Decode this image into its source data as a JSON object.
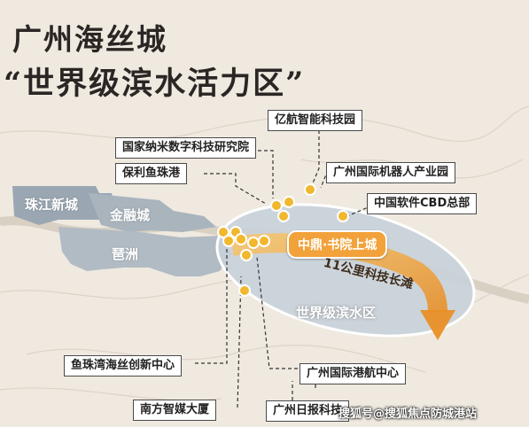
{
  "title": {
    "line1": "广州海丝城",
    "line2": "“世界级滨水活力区”"
  },
  "areas": {
    "pearl_river_new_town": "珠江新城",
    "financial_city": "金融城",
    "pazhou": "琶洲"
  },
  "hub_label": "中鼎·书院上城",
  "coast_label": "11公里科技长滩",
  "zone_label": "世界级滨水区",
  "callouts": {
    "yihang": "亿航智能科技园",
    "nano": "国家纳米数字科技研究院",
    "baoli": "保利鱼珠港",
    "robot": "广州国际机器人产业园",
    "software": "中国软件CBD总部",
    "yuzhu_bay": "鱼珠湾海丝创新中心",
    "nanfang": "南方智媒大厦",
    "port": "广州国际港航中心",
    "daily": "广州日报科技"
  },
  "watermark": "搜狐号@搜狐焦点防城港站",
  "colors": {
    "background": "#efe9e0",
    "land_gray": "#a9b4bd",
    "zone_fill": "#c8d2da",
    "accent_orange": "#f2a23a",
    "pin_gold": "#f1b72d"
  }
}
